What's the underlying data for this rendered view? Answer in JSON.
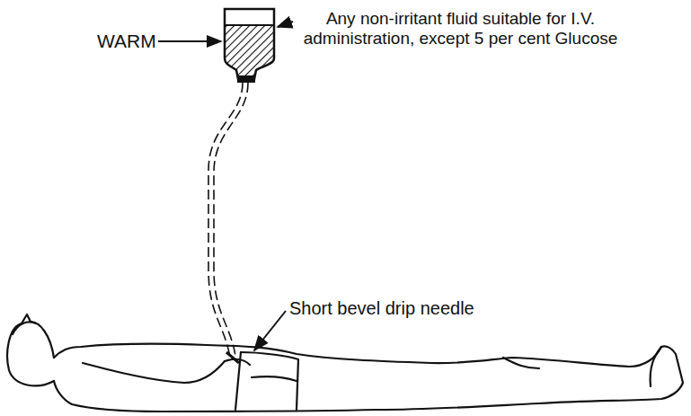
{
  "diagram": {
    "labels": [
      "WARM",
      "Any non-irritant fluid suitable for I.V. administration, except 5 per cent Glucose",
      "Short bevel drip needle"
    ]
  }
}
